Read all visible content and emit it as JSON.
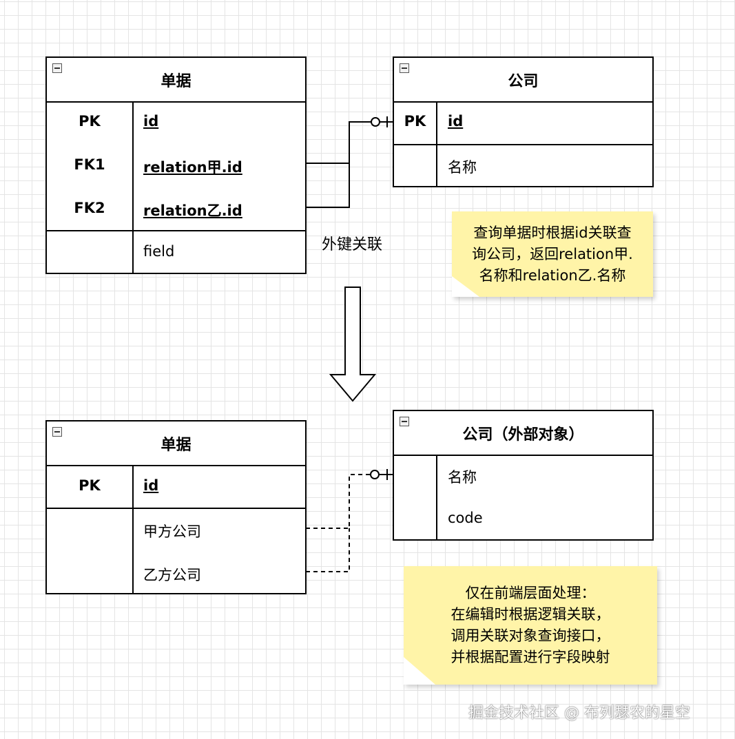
{
  "top": {
    "doc_table": {
      "title": "单据",
      "rows": [
        {
          "key": "PK",
          "field": "id"
        },
        {
          "key": "FK1",
          "field": "relation甲.id"
        },
        {
          "key": "FK2",
          "field": "relation乙.id"
        },
        {
          "key": "",
          "field": "field"
        }
      ]
    },
    "company_table": {
      "title": "公司",
      "rows": [
        {
          "key": "PK",
          "field": "id"
        },
        {
          "key": "",
          "field": "名称"
        }
      ]
    },
    "relation_label": "外键关联",
    "note": {
      "lines": [
        "查询单据时根据id关联查",
        "询公司，返回relation甲.",
        "名称和relation乙.名称"
      ]
    }
  },
  "bottom": {
    "doc_table": {
      "title": "单据",
      "rows": [
        {
          "key": "PK",
          "field": "id"
        },
        {
          "key": "",
          "field": "甲方公司"
        },
        {
          "key": "",
          "field": "乙方公司"
        }
      ]
    },
    "company_table": {
      "title": "公司（外部对象）",
      "rows": [
        {
          "key": "",
          "field": "名称"
        },
        {
          "key": "",
          "field": "code"
        }
      ]
    },
    "note": {
      "lines": [
        "仅在前端层面处理：",
        "在编辑时根据逻辑关联，",
        "调用关联对象查询接口，",
        "并根据配置进行字段映射"
      ]
    }
  },
  "watermark": "掘金技术社区 @ 布列瑟农的星空",
  "colors": {
    "note_bg": "#fff4a8",
    "grid": "#e4e4e4",
    "line": "#000000"
  }
}
